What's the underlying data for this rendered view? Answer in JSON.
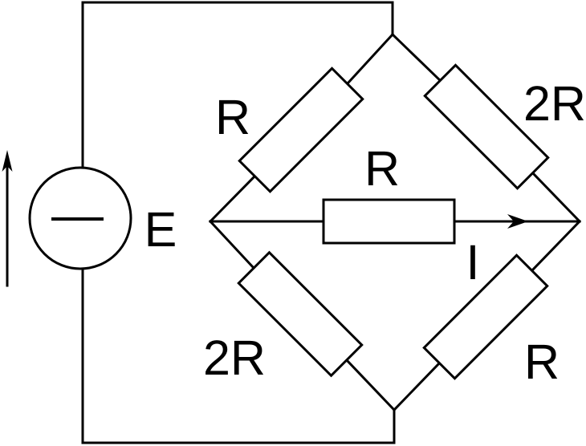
{
  "diagram": {
    "background": "#ffffff",
    "line_color": "#000000",
    "source_label": "E",
    "current_label": "I",
    "resistors": {
      "top_left": "R",
      "top_right": "2R",
      "middle": "R",
      "bottom_left": "2R",
      "bottom_right": "R"
    }
  }
}
